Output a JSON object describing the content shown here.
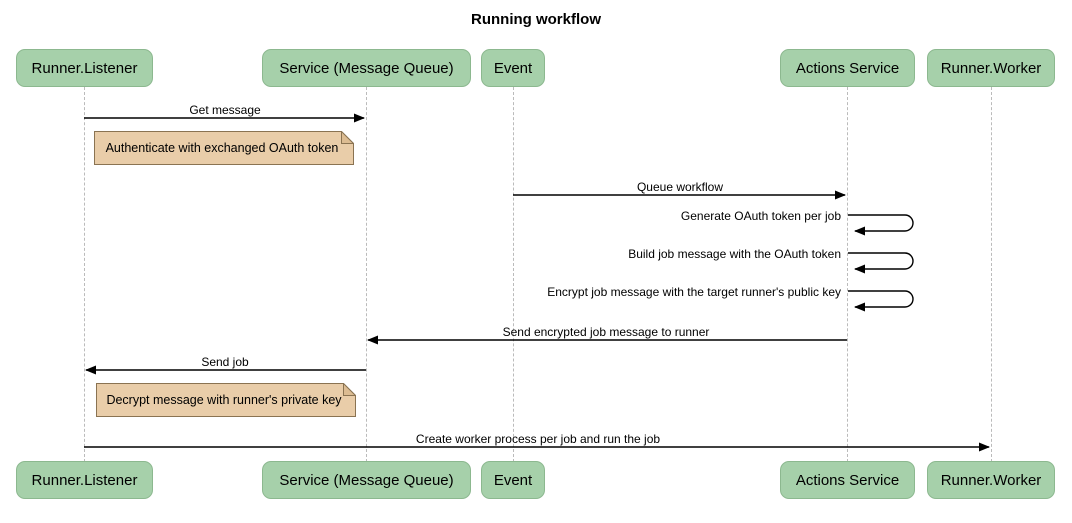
{
  "title": "Running workflow",
  "actors": [
    {
      "label": "Runner.Listener"
    },
    {
      "label": "Service (Message Queue)"
    },
    {
      "label": "Event"
    },
    {
      "label": "Actions Service"
    },
    {
      "label": "Runner.Worker"
    }
  ],
  "messages": [
    {
      "label": "Get message",
      "from": "Runner.Listener",
      "to": "Service (Message Queue)",
      "type": "arrow-right"
    },
    {
      "label": "Queue workflow",
      "from": "Event",
      "to": "Actions Service",
      "type": "arrow-right"
    },
    {
      "label": "Generate OAuth token per job",
      "from": "Actions Service",
      "to": "Actions Service",
      "type": "self"
    },
    {
      "label": "Build job message with the OAuth token",
      "from": "Actions Service",
      "to": "Actions Service",
      "type": "self"
    },
    {
      "label": "Encrypt job message with the target runner's public key",
      "from": "Actions Service",
      "to": "Actions Service",
      "type": "self"
    },
    {
      "label": "Send encrypted job message to runner",
      "from": "Actions Service",
      "to": "Service (Message Queue)",
      "type": "arrow-left"
    },
    {
      "label": "Send job",
      "from": "Service (Message Queue)",
      "to": "Runner.Listener",
      "type": "arrow-left"
    },
    {
      "label": "Create worker process per job and run the job",
      "from": "Runner.Listener",
      "to": "Runner.Worker",
      "type": "arrow-right"
    }
  ],
  "notes": [
    {
      "label": "Authenticate with exchanged OAuth token",
      "near": "Runner.Listener"
    },
    {
      "label": "Decrypt message with runner's private key",
      "near": "Runner.Listener"
    }
  ],
  "colors": {
    "actor_fill": "#a6d0aa",
    "actor_border": "#8cb88f",
    "note_fill": "#e9cda9",
    "note_border": "#8a7352",
    "lifeline": "#bbbbbb",
    "arrow": "#000000",
    "background": "#ffffff"
  }
}
